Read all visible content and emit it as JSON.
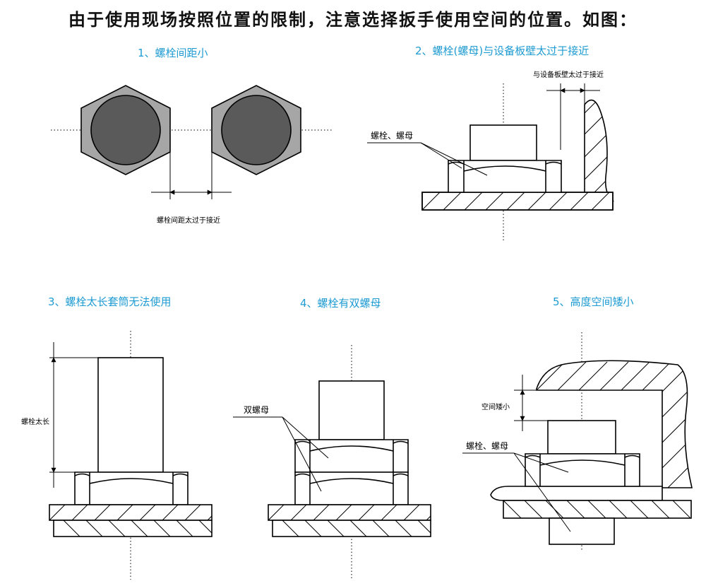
{
  "heading": "由于使用现场按照位置的限制，注意选择扳手使用空间的位置。如图：",
  "colors": {
    "title": "#1e9bd2",
    "hex_fill": "#a6a6a6",
    "circle_fill": "#5a5a5a",
    "line": "#000000"
  },
  "panels": {
    "p1": {
      "title": "1、螺栓间距小",
      "note": "螺栓间距太过于接近"
    },
    "p2": {
      "title": "2、螺栓(螺母)与设备板壁太过于接近",
      "note": "与设备板壁太过于接近",
      "label": "螺栓、螺母"
    },
    "p3": {
      "title": "3、螺栓太长套筒无法使用",
      "label": "螺栓太长"
    },
    "p4": {
      "title": "4、螺栓有双螺母",
      "label": "双螺母"
    },
    "p5": {
      "title": "5、高度空间矮小",
      "note": "空间矮小",
      "label": "螺栓、螺母"
    }
  }
}
